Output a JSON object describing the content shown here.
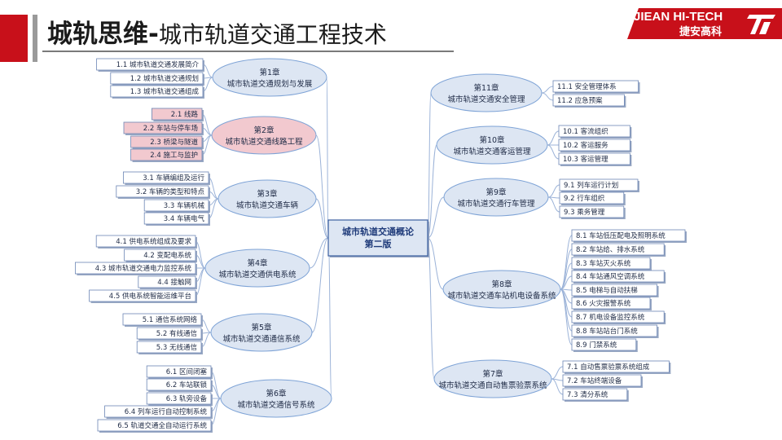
{
  "header": {
    "title_main": "城轨思维-",
    "title_sub": "城市轨道交通工程技术",
    "logo_en": "JIEAN HI-TECH",
    "logo_cn": "捷安高科",
    "colors": {
      "accent_red": "#c8101a",
      "node_fill": "#dde6f3",
      "node_stroke": "#7ea3d6",
      "highlight_fill": "#f2c9cf"
    }
  },
  "center": {
    "line1": "城市轨道交通概论",
    "line2": "第二版"
  },
  "left_chapters": [
    {
      "num": "第1章",
      "name": "城市轨道交通规划与发展",
      "highlight": false,
      "sections": [
        "1.1 城市轨道交通发展简介",
        "1.2 城市轨道交通规划",
        "1.3 城市轨道交通组成"
      ]
    },
    {
      "num": "第2章",
      "name": "城市轨道交通线路工程",
      "highlight": true,
      "sections": [
        "2.1 线路",
        "2.2 车站与停车场",
        "2.3 桥梁与隧道",
        "2.4 施工与监护"
      ]
    },
    {
      "num": "第3章",
      "name": "城市轨道交通车辆",
      "highlight": false,
      "sections": [
        "3.1 车辆编组及运行",
        "3.2 车辆的类型和特点",
        "3.3 车辆机械",
        "3.4 车辆电气"
      ]
    },
    {
      "num": "第4章",
      "name": "城市轨道交通供电系统",
      "highlight": false,
      "sections": [
        "4.1 供电系统组成及要求",
        "4.2 变配电系统",
        "4.3 城市轨道交通电力监控系统",
        "4.4 接触网",
        "4.5 供电系统智能运维平台"
      ]
    },
    {
      "num": "第5章",
      "name": "城市轨道交通通信系统",
      "highlight": false,
      "sections": [
        "5.1 通信系统网络",
        "5.2 有线通信",
        "5.3 无线通信"
      ]
    },
    {
      "num": "第6章",
      "name": "城市轨道交通信号系统",
      "highlight": false,
      "sections": [
        "6.1 区间闭塞",
        "6.2 车站联锁",
        "6.3 轨旁设备",
        "6.4 列车运行自动控制系统",
        "6.5 轨道交通全自动运行系统"
      ]
    }
  ],
  "right_chapters": [
    {
      "num": "第11章",
      "name": "城市轨道交通安全管理",
      "sections": [
        "11.1 安全管理体系",
        "11.2 应急预案"
      ]
    },
    {
      "num": "第10章",
      "name": "城市轨道交通客运管理",
      "sections": [
        "10.1 客流组织",
        "10.2 客运服务",
        "10.3 客运管理"
      ]
    },
    {
      "num": "第9章",
      "name": "城市轨道交通行车管理",
      "sections": [
        "9.1 列车运行计划",
        "9.2 行车组织",
        "9.3 乘务管理"
      ]
    },
    {
      "num": "第8章",
      "name": "城市轨道交通车站机电设备系统",
      "sections": [
        "8.1 车站低压配电及照明系统",
        "8.2 车站给、排水系统",
        "8.3 车站灭火系统",
        "8.4 车站通风空调系统",
        "8.5 电梯与自动扶梯",
        "8.6 火灾报警系统",
        "8.7 机电设备监控系统",
        "8.8 车站站台门系统",
        "8.9 门禁系统"
      ]
    },
    {
      "num": "第7章",
      "name": "城市轨道交通自动售票验票系统",
      "sections": [
        "7.1 自动售票验票系统组成",
        "7.2 车站终端设备",
        "7.3 清分系统"
      ]
    }
  ]
}
